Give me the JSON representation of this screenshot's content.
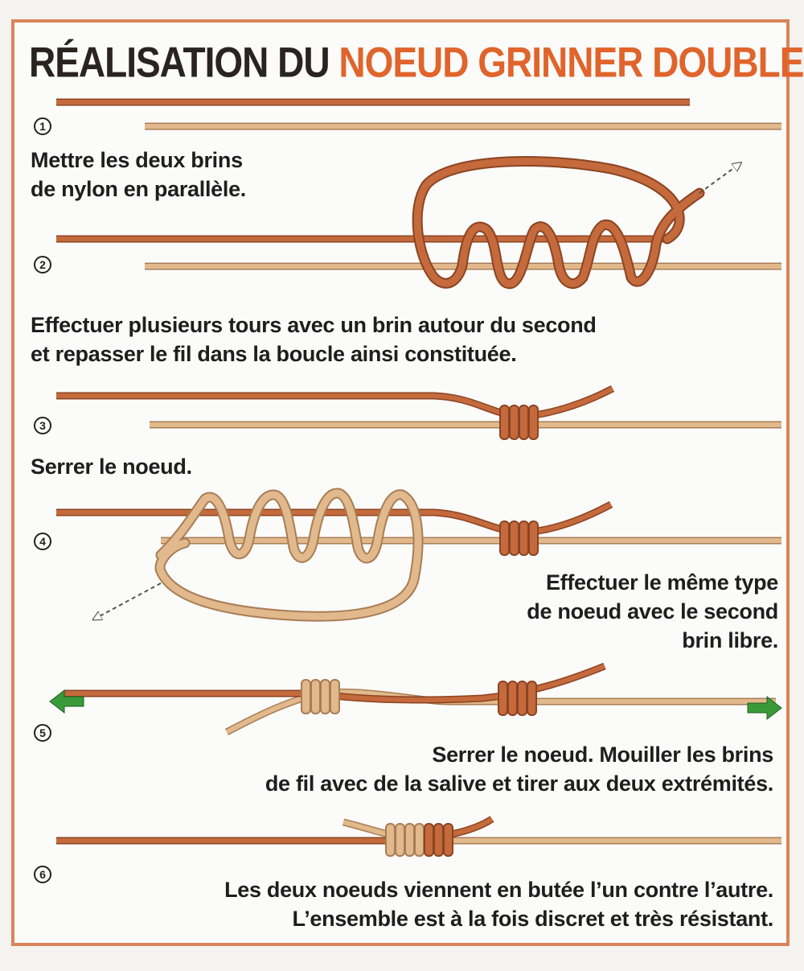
{
  "title": {
    "part1": "RÉALISATION DU",
    "part2": "NOEUD GRINNER DOUBLE"
  },
  "colors": {
    "frame": "#d9855b",
    "title_dark": "#2a2420",
    "title_accent": "#e0642b",
    "line_dark": "#c46a3c",
    "line_dark_stroke": "#8c4422",
    "line_light": "#e2b98c",
    "line_light_stroke": "#a87d55",
    "arrow_green": "#3a9a3a"
  },
  "steps": [
    {
      "number": "1",
      "lines": [
        "Mettre les deux brins",
        "de nylon en parallèle."
      ]
    },
    {
      "number": "2",
      "lines": [
        "Effectuer plusieurs tours avec un brin autour du second",
        "et repasser le fil dans la boucle ainsi constituée."
      ]
    },
    {
      "number": "3",
      "lines": [
        "Serrer le noeud."
      ]
    },
    {
      "number": "4",
      "lines": [
        "Effectuer le même type",
        "de noeud avec le second",
        "brin libre."
      ]
    },
    {
      "number": "5",
      "lines": [
        "Serrer le noeud. Mouiller les brins",
        "de fil avec de la salive et tirer aux deux extrémités."
      ]
    },
    {
      "number": "6",
      "lines": [
        "Les deux noeuds viennent en butée l’un contre l’autre.",
        "L’ensemble est à la fois discret et très résistant."
      ]
    }
  ]
}
